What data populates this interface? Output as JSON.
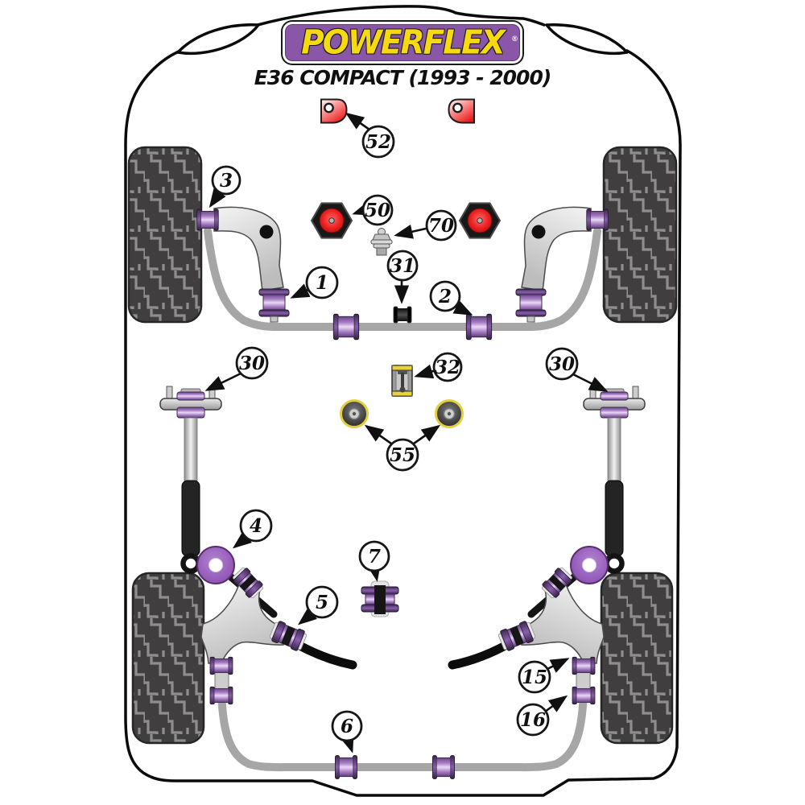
{
  "header": {
    "brand": "POWERFLEX",
    "registered": "®",
    "model": "E36 COMPACT (1993 - 2000)"
  },
  "diagram": {
    "type": "suspension-bushing-fitment-diagram",
    "view": "top-down car chassis outline with four wheels, front and rear suspension parts"
  },
  "callouts": [
    {
      "label": "52"
    },
    {
      "label": "3"
    },
    {
      "label": "50"
    },
    {
      "label": "70"
    },
    {
      "label": "31"
    },
    {
      "label": "1"
    },
    {
      "label": "2"
    },
    {
      "label": "30"
    },
    {
      "label": "32"
    },
    {
      "label": "30"
    },
    {
      "label": "55"
    },
    {
      "label": "4"
    },
    {
      "label": "7"
    },
    {
      "label": "5"
    },
    {
      "label": "15"
    },
    {
      "label": "16"
    },
    {
      "label": "6"
    }
  ],
  "colors": {
    "brand_purple": "#8a56a8",
    "brand_yellow": "#f6d90e",
    "outline_black": "#101010",
    "bushing_purple": "#a77cc4",
    "bushing_flange_purple": "#4a2f5c",
    "mount_red": "#ee2222",
    "ring_yellow": "#e3cf3d",
    "bar_gray": "#a6a6a6",
    "arm_silver": "#d8d8d8",
    "tire_gray": "#413e40",
    "tread_light": "#8f8d8e"
  }
}
